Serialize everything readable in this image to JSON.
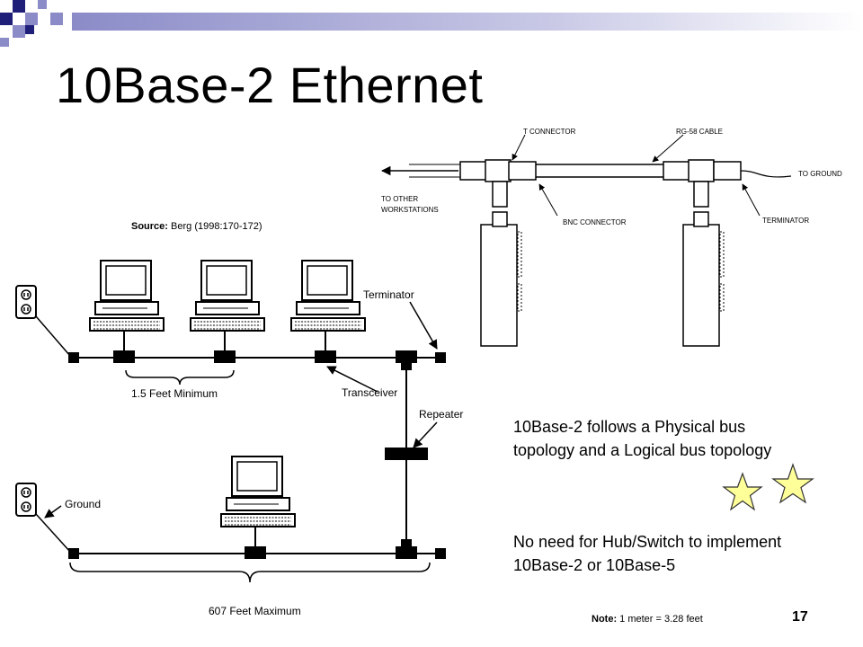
{
  "slide": {
    "title": "10Base-2 Ethernet",
    "source_label": "Source:",
    "source_text": "Berg (1998:170-172)",
    "paragraph1": "10Base-2 follows a Physical bus topology and a Logical bus topology",
    "paragraph2": "No need for Hub/Switch to implement 10Base-2 or 10Base-5",
    "note_label": "Note:",
    "note_text": "1 meter = 3.28 feet",
    "page_number": "17"
  },
  "top_diagram": {
    "t_connector": "T CONNECTOR",
    "rg58_cable": "RG-58 CABLE",
    "to_other": "TO OTHER",
    "workstations": "WORKSTATIONS",
    "bnc_connector": "BNC CONNECTOR",
    "terminator": "TERMINATOR",
    "to_ground": "TO GROUND"
  },
  "bus_diagram": {
    "terminator": "Terminator",
    "min_spacing": "1.5 Feet Minimum",
    "transceiver": "Transceiver",
    "repeater": "Repeater",
    "ground": "Ground",
    "max_length": "607 Feet Maximum"
  },
  "colors": {
    "corner_dark": "#1f1f7a",
    "corner_light": "#8b8bc8",
    "bar": "#9a9ad0",
    "star_fill": "#ffff99",
    "star_stroke": "#333333"
  }
}
